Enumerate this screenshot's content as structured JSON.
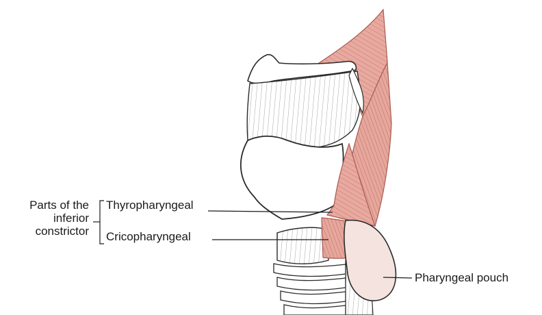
{
  "labels": {
    "parts_line1": "Parts of the",
    "parts_line2": "inferior",
    "parts_line3": "constrictor",
    "thyropharyngeal": "Thyropharyngeal",
    "cricopharyngeal": "Cricopharyngeal",
    "pharyngeal_pouch": "Pharyngeal pouch"
  },
  "colors": {
    "muscle_fill": "#e8aaa0",
    "muscle_stroke": "#b8665a",
    "cartilage_fill": "#ffffff",
    "outline": "#2a2a2a",
    "pouch_fill": "#f4e3df"
  }
}
